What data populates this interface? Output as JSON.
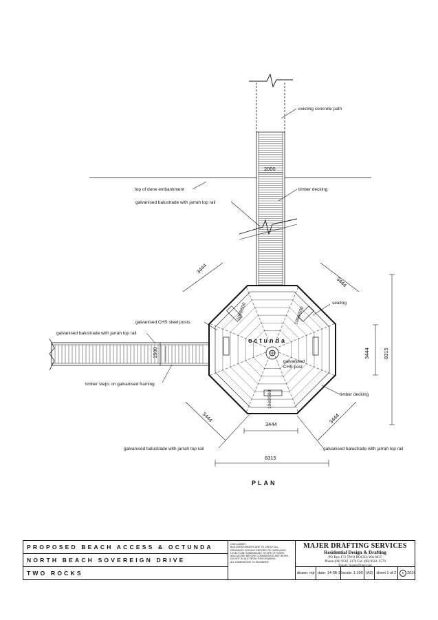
{
  "plan": {
    "label": "PLAN",
    "center_label": "octunda",
    "annotations": {
      "existing_path": "existing concrete path",
      "dune": "top of dune embankment",
      "timber_decking_top": "timber decking",
      "balustrade_path": "galvanised balustrade with jarrah top rail",
      "chs_posts": "galvanised CHS steel posts",
      "balustrade_left": "galvanised balustrade with jarrah top rail",
      "steps": "timber steps on galvanised framing",
      "seating": "seating",
      "center_post_1": "galvanised",
      "center_post_2": "CHS post",
      "timber_decking_right": "timber decking",
      "balustrade_bottom_left": "galvanised balustrade with jarrah top rail",
      "balustrade_bottom_right": "galvanised balustrade with jarrah top rail"
    },
    "dimensions": {
      "path_width": "2000",
      "side_tl": "3444",
      "side_tr": "3444",
      "side_bl": "3444",
      "side_br": "3444",
      "right_inner": "3444",
      "right_overall": "8315",
      "bottom_inner": "3444",
      "bottom_overall": "8315",
      "steps_width": "1500",
      "seat_top_left": "1060/500",
      "seat_top_right": "1060/500",
      "seat_bottom": "1060/500"
    }
  },
  "title_block": {
    "project_lines": [
      "PROPOSED BEACH ACCESS & OCTUNDA",
      "NORTH BEACH SOVEREIGN DRIVE",
      "TWO ROCKS"
    ],
    "disclaimer": [
      "DISCLAIMER:",
      "BUILDERS/OWNERS ARE TO CHECK ALL",
      "DRAWINGS FOR ANY ERRORS OR OMISSIONS,",
      "LEVELS AND DIMENSIONS, SCOPE OF WORK",
      "AND ADVISE BEFORE COMMENCING ANY WORK.",
      "DO NOT SCALE FROM THIS DRAWING.",
      "ALL DIMENSIONS TO ENGINEER."
    ],
    "company": {
      "name": "MAJER DRAFTING SERVICES",
      "subtitle": "Residential Design & Drafting",
      "address": "PO Box 172 TWO ROCKS WA 6037",
      "phone": "Phone (08) 9561 1374 Fax (08) 9561 1579",
      "email": "Email: majer@iinet.net"
    },
    "meta": {
      "drawn": "drawn: mjr",
      "date": "date: 14-08-16",
      "scale": "scale: 1:100",
      "sheet_size": "(A3)",
      "sheet": "sheet 1 of 2",
      "copyright_symbol": "c",
      "year": "2016"
    }
  }
}
